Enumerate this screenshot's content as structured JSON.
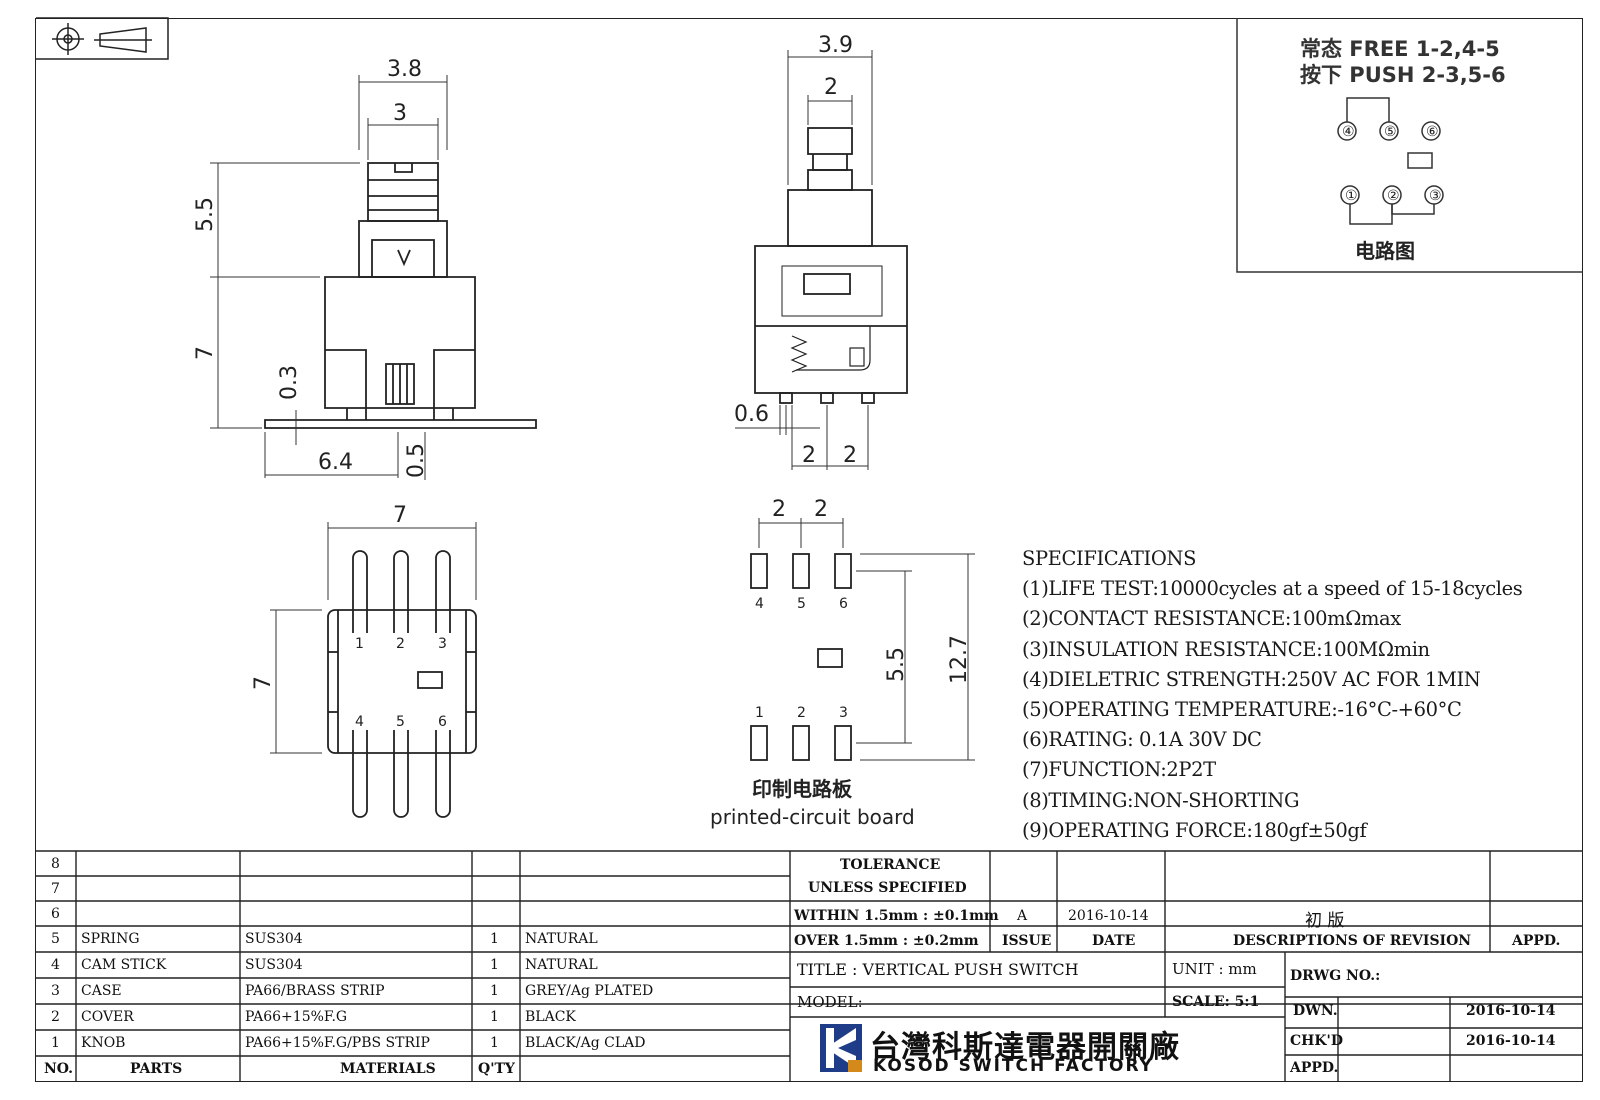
{
  "circuit": {
    "line1": "常态 FREE 1-2,4-5",
    "line2": "按下 PUSH 2-3,5-6",
    "pins_top": [
      "④",
      "⑤",
      "⑥"
    ],
    "pins_bottom": [
      "①",
      "②",
      "③"
    ],
    "caption": "电路图"
  },
  "dimensions": {
    "front_top_width": "3.8",
    "front_inner_width": "3",
    "front_upper_height": "5.5",
    "front_lower_height": "7",
    "front_flange": "0.3",
    "front_offset": "6.4",
    "front_tab": "0.5",
    "side_top_width": "3.9",
    "side_knob_width": "2",
    "side_pin_width": "0.6",
    "side_pitch_1": "2",
    "side_pitch_2": "2",
    "bottom_width": "7",
    "bottom_height": "7",
    "pcb_pitch_1": "2",
    "pcb_pitch_2": "2",
    "pcb_row_gap": "5.5",
    "pcb_total": "12.7"
  },
  "bottom_pins": {
    "top": [
      "1",
      "2",
      "3"
    ],
    "bottom": [
      "4",
      "5",
      "6"
    ]
  },
  "pcb": {
    "top": [
      "4",
      "5",
      "6"
    ],
    "bottom": [
      "1",
      "2",
      "3"
    ],
    "caption_cn": "印制电路板",
    "caption_en": "printed-circuit board"
  },
  "specs": {
    "heading": "SPECIFICATIONS",
    "items": [
      "(1)LIFE TEST:10000cycles at a speed of 15-18cycles",
      "(2)CONTACT RESISTANCE:100mΩmax",
      "(3)INSULATION RESISTANCE:100MΩmin",
      "(4)DIELETRIC STRENGTH:250V AC FOR 1MIN",
      "(5)OPERATING TEMPERATURE:-16°C-+60°C",
      "(6)RATING: 0.1A 30V DC",
      "(7)FUNCTION:2P2T",
      "(8)TIMING:NON-SHORTING",
      "(9)OPERATING FORCE:180gf±50gf"
    ]
  },
  "bom": {
    "empty_rows": [
      "8",
      "7",
      "6"
    ],
    "rows": [
      {
        "no": "5",
        "part": "SPRING",
        "material": "SUS304",
        "qty": "1",
        "finish": "NATURAL"
      },
      {
        "no": "4",
        "part": "CAM STICK",
        "material": "SUS304",
        "qty": "1",
        "finish": "NATURAL"
      },
      {
        "no": "3",
        "part": "CASE",
        "material": "PA66/BRASS STRIP",
        "qty": "1",
        "finish": "GREY/Ag PLATED"
      },
      {
        "no": "2",
        "part": "COVER",
        "material": "PA66+15%F.G",
        "qty": "1",
        "finish": "BLACK"
      },
      {
        "no": "1",
        "part": "KNOB",
        "material": "PA66+15%F.G/PBS STRIP",
        "qty": "1",
        "finish": "BLACK/Ag CLAD"
      }
    ],
    "header": {
      "no": "NO.",
      "part": "PARTS",
      "material": "MATERIALS",
      "qty": "Q'TY"
    }
  },
  "title_block": {
    "tolerance_1": "TOLERANCE",
    "tolerance_2": "UNLESS  SPECIFIED",
    "within": "WITHIN 1.5mm : ±0.1mm",
    "over": "OVER 1.5mm : ±0.2mm",
    "issue_val": "A",
    "date_val": "2016-10-14",
    "desc_val": "初   版",
    "issue_hdr": "ISSUE",
    "date_hdr": "DATE",
    "desc_hdr": "DESCRIPTIONS  OF  REVISION",
    "appd_hdr": "APPD.",
    "title": "TITLE :  VERTICAL PUSH SWITCH",
    "unit": "UNIT :   mm",
    "drwg": "DRWG NO.:",
    "model": "MODEL:",
    "scale": "SCALE:   5:1",
    "dwn": "DWN.",
    "dwn_date": "2016-10-14",
    "chkd": "CHK'D",
    "chkd_date": "2016-10-14",
    "appd": "APPD.",
    "company_cn": "台灣科斯達電器開關廠",
    "company_en": "KOSOD SWITCH FACTORY"
  }
}
